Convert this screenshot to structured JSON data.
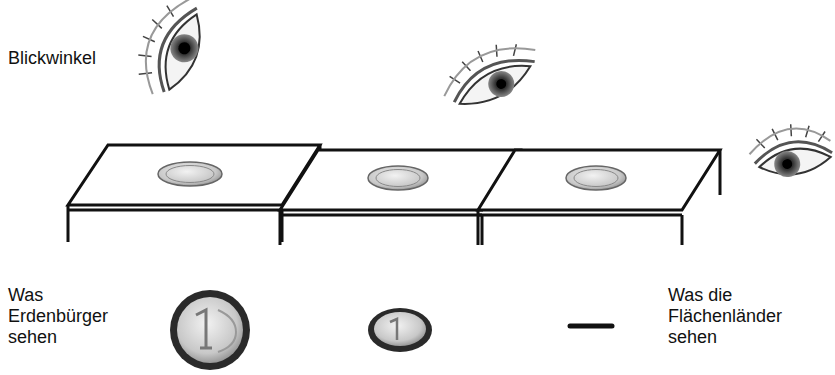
{
  "diagram": {
    "labels": [
      "Blickwinkel",
      "Was Erdenbürger sehen",
      "Was die Flächenländer sehen"
    ]
  }
}
